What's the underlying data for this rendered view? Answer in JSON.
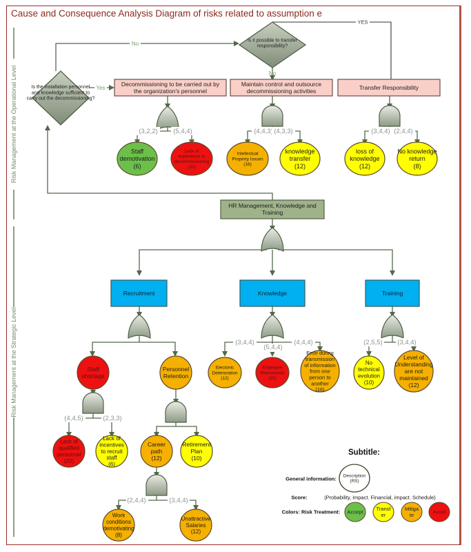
{
  "title": "Cause and Consequence Analysis Diagram of risks related to assumption e",
  "colors": {
    "accept": "#6cc04a",
    "transfer": "#ffff00",
    "mitigate": "#f5b000",
    "avoid": "#ee1111",
    "action_box": "#f9cfc8",
    "hr_box": "#9fb28a",
    "category_box": "#00b0f0",
    "connector": "#55684a",
    "frame": "#9b2a25"
  },
  "lanes": {
    "operational": "Risk Management at the Operational Level",
    "strategic": "Risk Management at the Strategic Level"
  },
  "decisions": {
    "personnel_question": "Is the installation personnel and knowledge sufficient to carry out the decommissioning?",
    "transfer_question": "Is it possible to transfer responsibility?",
    "yes_label": "Yes",
    "no_label": "No",
    "no_label_2": "No",
    "yes_upper_label": "YES"
  },
  "actions": [
    {
      "label": "Decommissioning to be carried out by the organization's personnel"
    },
    {
      "label": "Maintain control and outsource decommissioning activities"
    },
    {
      "label": "Transfer Responsibility"
    }
  ],
  "operational_risks": [
    {
      "score": "(3,2,2)",
      "label": "Staff demotivation",
      "rs": "(6)",
      "treatment": "accept"
    },
    {
      "score": "(5,4,4)",
      "label": "Lack of experience in decommissioning",
      "rs": "(20)",
      "treatment": "avoid"
    },
    {
      "score": "(4,4,3)",
      "label": "Intellectual Property Issues",
      "rs": "(16)",
      "treatment": "mitigate"
    },
    {
      "score": "(4,3,3)",
      "label": "knowledge transfer",
      "rs": "(12)",
      "treatment": "transfer"
    },
    {
      "score": "(3,4,4)",
      "label": "loss of knowledge",
      "rs": "(12)",
      "treatment": "transfer"
    },
    {
      "score": "(2,4,4)",
      "label": "No knowledge return",
      "rs": "(8)",
      "treatment": "transfer"
    }
  ],
  "hr_box": "HR Management, Knowledge and Training",
  "categories": [
    {
      "label": "Recruitment"
    },
    {
      "label": "Knowledge"
    },
    {
      "label": "Training"
    }
  ],
  "recruitment": {
    "staff_shortage": {
      "label": "Staff shortage",
      "treatment": "avoid"
    },
    "personnel_retention": {
      "label": "Personnel Retention",
      "treatment": "mitigate"
    },
    "shortage_children": [
      {
        "score": "(4,4,5)",
        "label": "Lack of qualified personnel",
        "rs": "(20)",
        "treatment": "avoid"
      },
      {
        "score": "(2,3,3)",
        "label": "Lack of incentives to recruit staff",
        "rs": "(6)",
        "treatment": "transfer"
      }
    ],
    "retention_children": [
      {
        "label": "Career path",
        "rs": "(12)",
        "treatment": "mitigate"
      },
      {
        "label": "Retirement Plan",
        "rs": "(10)",
        "treatment": "transfer"
      }
    ],
    "career_children": [
      {
        "score": "(2,4,4)",
        "label": "Work conditions demotivating",
        "rs": "(8)",
        "treatment": "mitigate"
      },
      {
        "score": "(3,4,4)",
        "label": "Unattractive Salaries",
        "rs": "(12)",
        "treatment": "mitigate"
      }
    ]
  },
  "knowledge_risks": [
    {
      "score": "(3,4,4)",
      "label": "Electonic Deterioration",
      "rs": "(12)",
      "treatment": "mitigate"
    },
    {
      "score": "(5,4,4)",
      "label": "Employee Retirements",
      "rs": "(20)",
      "treatment": "avoid"
    },
    {
      "score": "(4,4,4)",
      "label": "Error during transmission of information from one person to another",
      "rs": "(16)",
      "treatment": "mitigate"
    }
  ],
  "training_risks": [
    {
      "score": "(2,5,5)",
      "label": "No technical evolution",
      "rs": "(10)",
      "treatment": "transfer"
    },
    {
      "score": "(3,4,4)",
      "label": "Level of Understanding are not maintained",
      "rs": "(12)",
      "treatment": "mitigate"
    }
  ],
  "legend": {
    "title": "Subtitle:",
    "general_label": "General information:",
    "general_circle_desc": "Description",
    "general_circle_rs": "(RS)",
    "score_label": "Score:",
    "score_desc": "(Probability, impact. Financial, impact. Schedule)",
    "colors_label": "Colors: Risk Treatment:",
    "accept": "Accept",
    "transfer": "Transfer",
    "mitigate": "Mitigate",
    "avoid": "Avoid"
  }
}
